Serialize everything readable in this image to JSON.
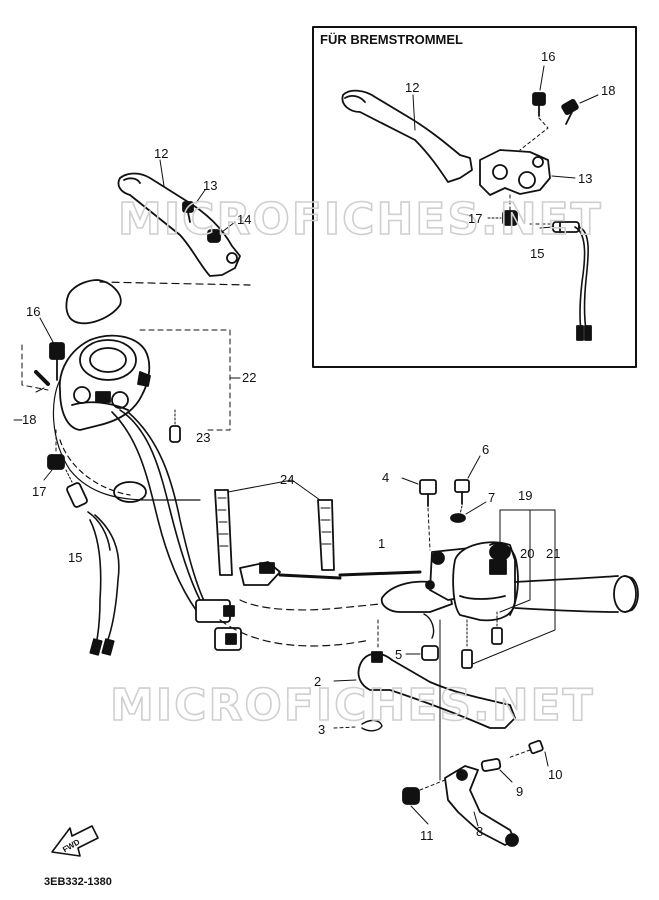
{
  "inset": {
    "title": "FÜR BREMSTROMMEL"
  },
  "watermark": "MICROFICHES.NET",
  "fwd_label": "FWD",
  "drawing_code": "3EB332-1380",
  "callouts": {
    "c1": "1",
    "c2": "2",
    "c3": "3",
    "c4": "4",
    "c5": "5",
    "c6": "6",
    "c7": "7",
    "c8": "8",
    "c9": "9",
    "c10": "10",
    "c11": "11",
    "c12_main": "12",
    "c13_main": "13",
    "c14": "14",
    "c12_inset": "12",
    "c13_inset": "13",
    "c15_inset": "15",
    "c16_inset": "16",
    "c17_inset": "17",
    "c18_inset": "18",
    "c15_main": "15",
    "c16_main": "16",
    "c17_main": "17",
    "c18_main": "18",
    "c19": "19",
    "c20": "20",
    "c21": "21",
    "c22": "22",
    "c23": "23",
    "c24": "24"
  }
}
